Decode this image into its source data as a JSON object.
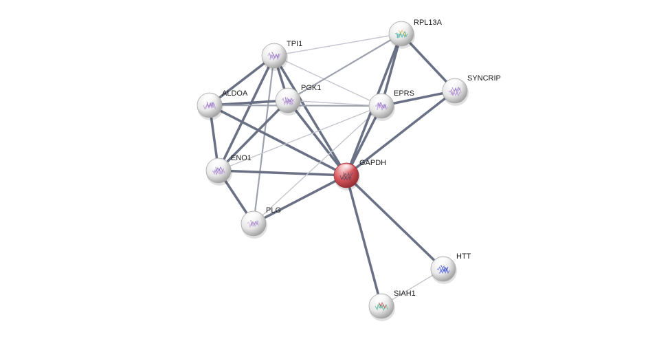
{
  "nodes": [
    {
      "id": "TPI1",
      "label": "TPI1",
      "query": false,
      "colors": [
        "#b79ad8",
        "#8f6fc1"
      ]
    },
    {
      "id": "RPL13A",
      "label": "RPL13A",
      "query": false,
      "colors": [
        "#4fb3a8",
        "#e0c25a"
      ]
    },
    {
      "id": "SYNCRIP",
      "label": "SYNCRIP",
      "query": false,
      "colors": [
        "#b38fd0",
        "#9b7cc4"
      ]
    },
    {
      "id": "ALDOA",
      "label": "ALDOA",
      "query": false,
      "colors": [
        "#b79ad8",
        "#8f6fc1"
      ]
    },
    {
      "id": "PGK1",
      "label": "PGK1",
      "query": false,
      "colors": [
        "#b79ad8",
        "#8f6fc1"
      ]
    },
    {
      "id": "EPRS",
      "label": "EPRS",
      "query": false,
      "colors": [
        "#b79ad8",
        "#8f6fc1"
      ]
    },
    {
      "id": "ENO1",
      "label": "ENO1",
      "query": false,
      "colors": [
        "#b79ad8",
        "#8f6fc1"
      ]
    },
    {
      "id": "GAPDH",
      "label": "GAPDH",
      "query": true,
      "colors": [
        "#6a4a5a",
        "#8a5a6a"
      ]
    },
    {
      "id": "PLG",
      "label": "PLG",
      "query": false,
      "colors": [
        "#c9b6de",
        "#a58cc7"
      ]
    },
    {
      "id": "HTT",
      "label": "HTT",
      "query": false,
      "colors": [
        "#5c6ee0",
        "#3d4fc4"
      ]
    },
    {
      "id": "SIAH1",
      "label": "SIAH1",
      "query": false,
      "colors": [
        "#5fb8a0",
        "#d94a4a"
      ]
    }
  ],
  "edges": [
    {
      "source": "TPI1",
      "target": "ALDOA",
      "strength": "strong"
    },
    {
      "source": "TPI1",
      "target": "PGK1",
      "strength": "strong"
    },
    {
      "source": "TPI1",
      "target": "ENO1",
      "strength": "strong"
    },
    {
      "source": "TPI1",
      "target": "GAPDH",
      "strength": "strong"
    },
    {
      "source": "TPI1",
      "target": "PLG",
      "strength": "medium"
    },
    {
      "source": "TPI1",
      "target": "RPL13A",
      "strength": "weak"
    },
    {
      "source": "TPI1",
      "target": "EPRS",
      "strength": "weak"
    },
    {
      "source": "ALDOA",
      "target": "PGK1",
      "strength": "strong"
    },
    {
      "source": "ALDOA",
      "target": "ENO1",
      "strength": "strong"
    },
    {
      "source": "ALDOA",
      "target": "GAPDH",
      "strength": "strong"
    },
    {
      "source": "ALDOA",
      "target": "EPRS",
      "strength": "medium"
    },
    {
      "source": "PGK1",
      "target": "ENO1",
      "strength": "strong"
    },
    {
      "source": "PGK1",
      "target": "GAPDH",
      "strength": "strong"
    },
    {
      "source": "PGK1",
      "target": "RPL13A",
      "strength": "medium"
    },
    {
      "source": "PGK1",
      "target": "EPRS",
      "strength": "weak"
    },
    {
      "source": "ENO1",
      "target": "GAPDH",
      "strength": "strong"
    },
    {
      "source": "ENO1",
      "target": "PLG",
      "strength": "strong"
    },
    {
      "source": "ENO1",
      "target": "EPRS",
      "strength": "weak"
    },
    {
      "source": "PLG",
      "target": "GAPDH",
      "strength": "strong"
    },
    {
      "source": "PLG",
      "target": "EPRS",
      "strength": "weak"
    },
    {
      "source": "GAPDH",
      "target": "RPL13A",
      "strength": "strong"
    },
    {
      "source": "GAPDH",
      "target": "EPRS",
      "strength": "strong"
    },
    {
      "source": "GAPDH",
      "target": "SYNCRIP",
      "strength": "strong"
    },
    {
      "source": "GAPDH",
      "target": "HTT",
      "strength": "strong"
    },
    {
      "source": "GAPDH",
      "target": "SIAH1",
      "strength": "strong"
    },
    {
      "source": "RPL13A",
      "target": "EPRS",
      "strength": "strong"
    },
    {
      "source": "RPL13A",
      "target": "SYNCRIP",
      "strength": "strong"
    },
    {
      "source": "EPRS",
      "target": "SYNCRIP",
      "strength": "strong"
    },
    {
      "source": "HTT",
      "target": "SIAH1",
      "strength": "weak"
    }
  ],
  "edge_colors": {
    "strong": "#6b7185",
    "medium": "#9da1ae",
    "weak": "#c4c6cf"
  },
  "node_fill": "#e6e6e6",
  "query_fill": "#d9575d"
}
